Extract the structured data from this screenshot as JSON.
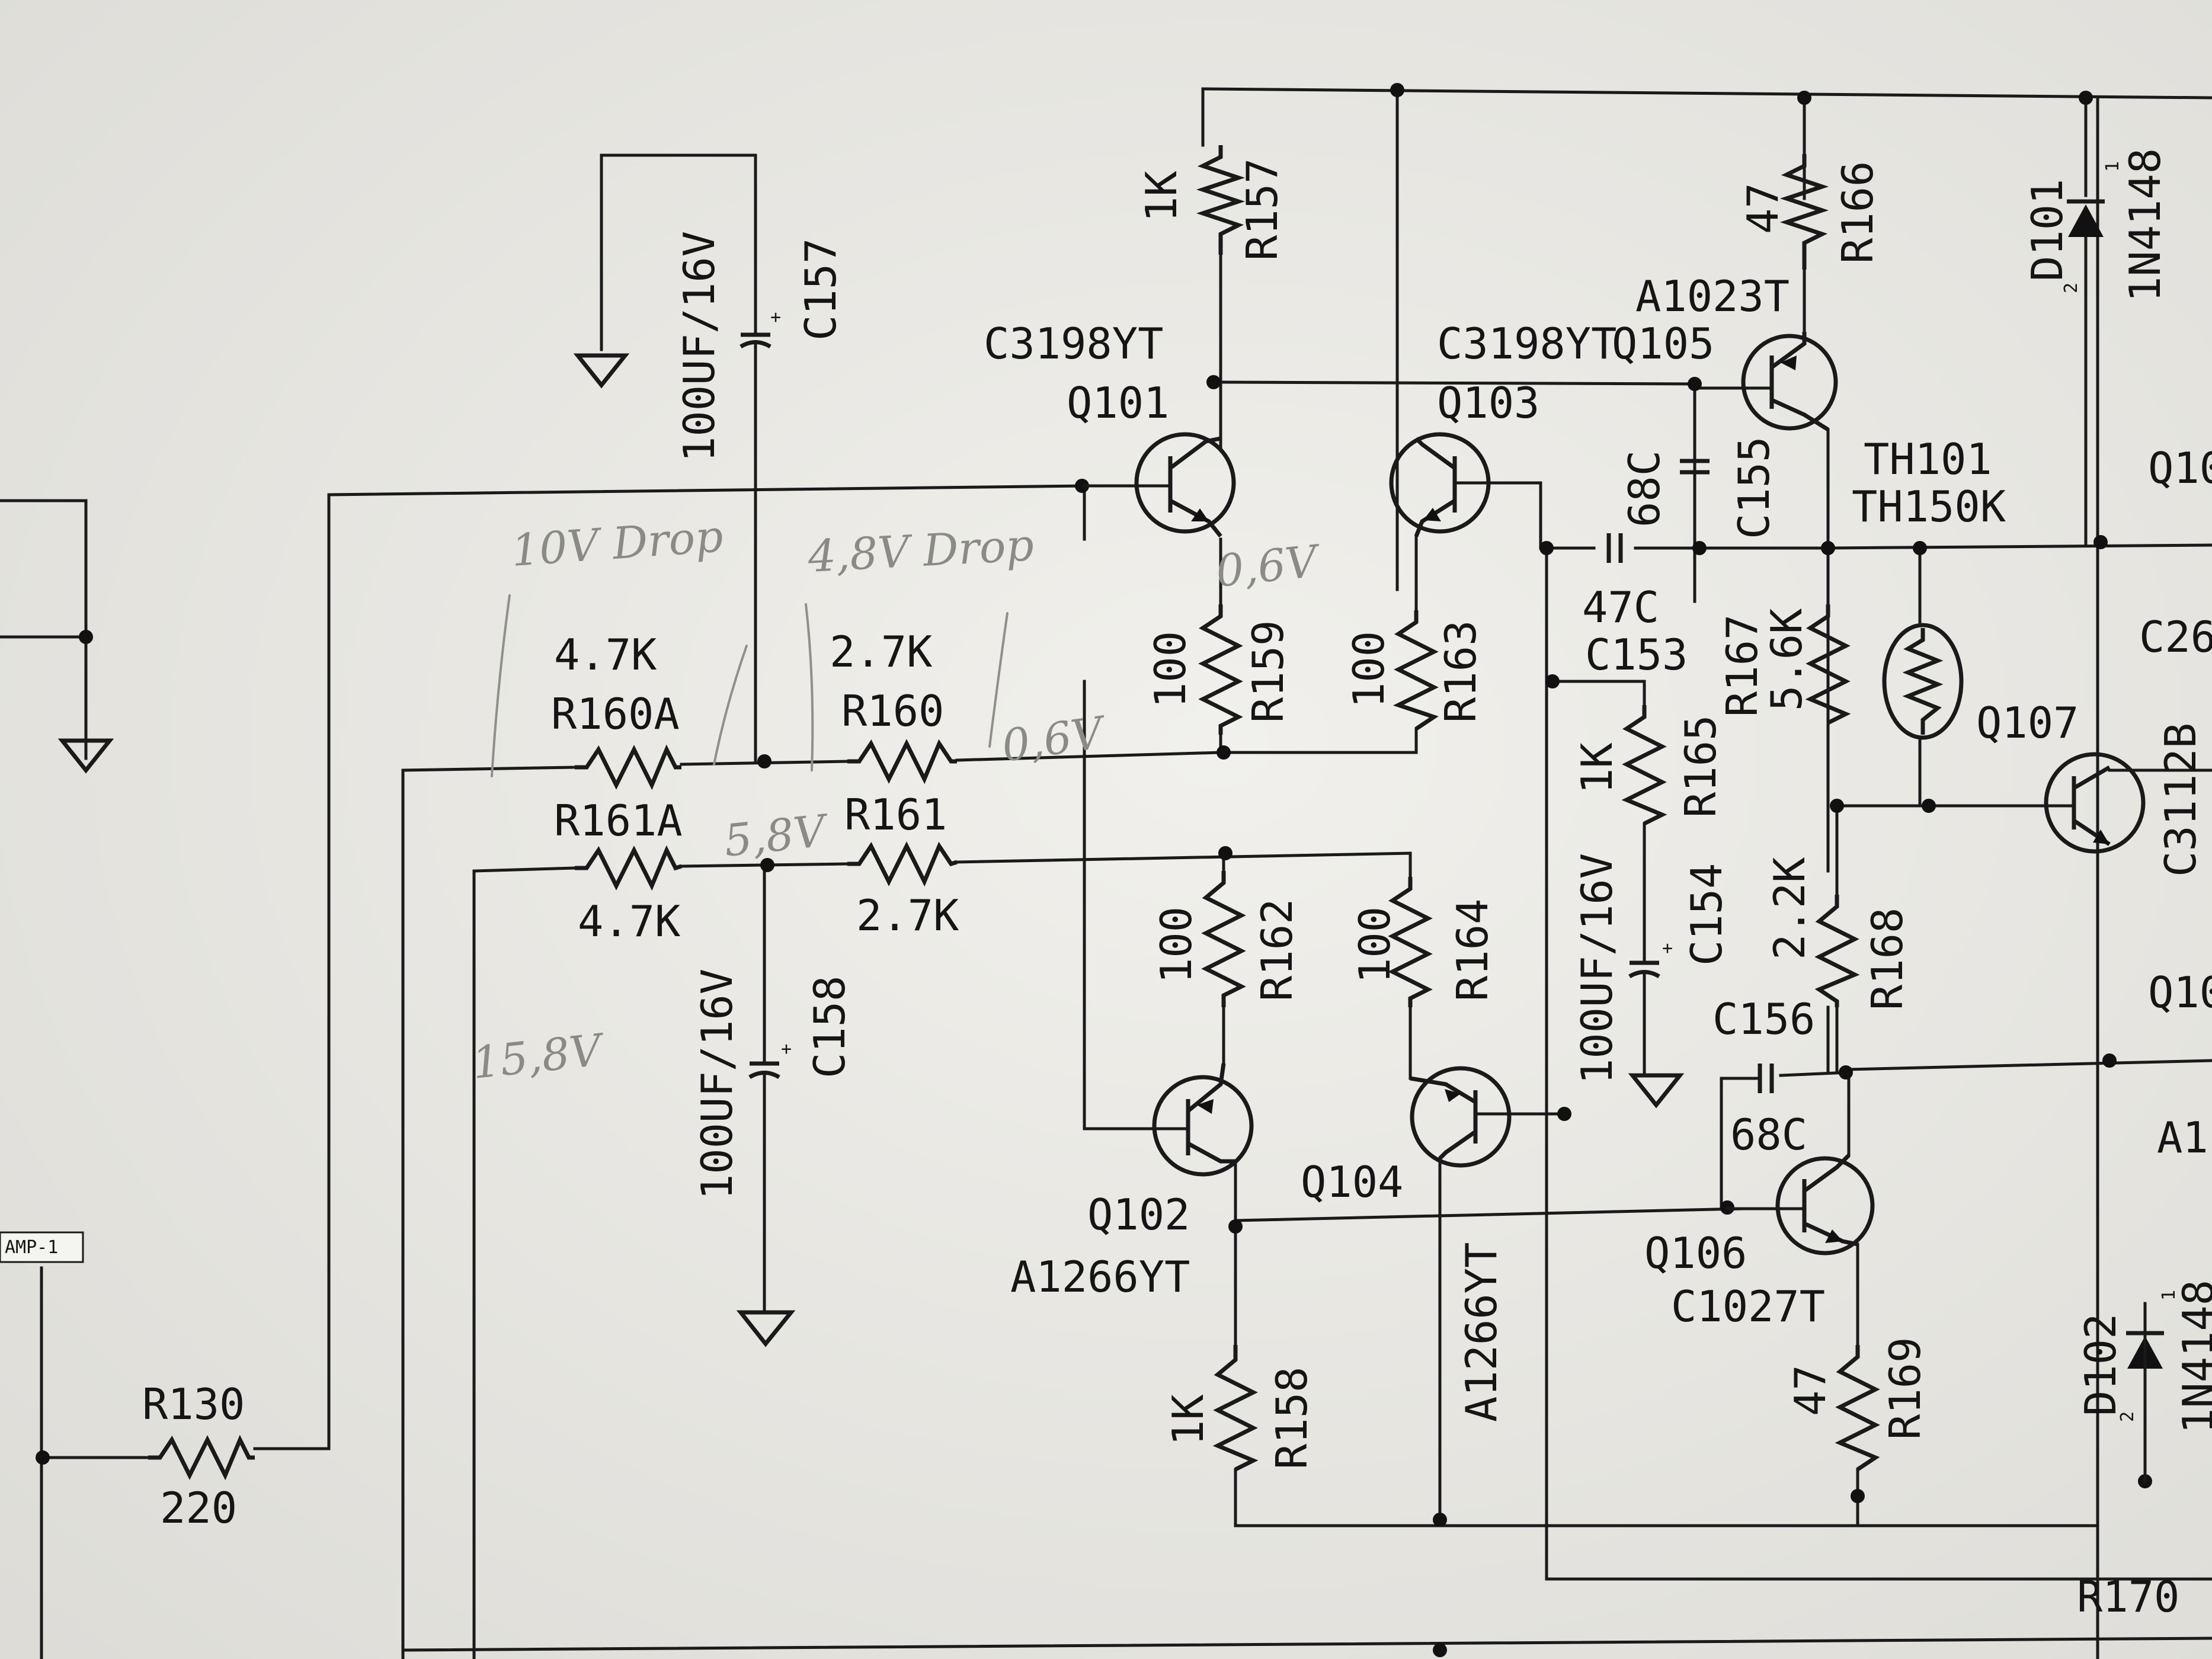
{
  "resistors": {
    "r157": {
      "ref": "R157",
      "value": "1K"
    },
    "r166": {
      "ref": "R166",
      "value": "47"
    },
    "r160a": {
      "ref": "R160A",
      "value": "4.7K"
    },
    "r160": {
      "ref": "R160",
      "value": "2.7K"
    },
    "r161a": {
      "ref": "R161A",
      "value": "4.7K"
    },
    "r161": {
      "ref": "R161",
      "value": "2.7K"
    },
    "r159": {
      "ref": "R159",
      "value": "100"
    },
    "r163": {
      "ref": "R163",
      "value": "100"
    },
    "r162": {
      "ref": "R162",
      "value": "100"
    },
    "r164": {
      "ref": "R164",
      "value": "100"
    },
    "r165": {
      "ref": "R165",
      "value": "1K"
    },
    "r167": {
      "ref": "R167",
      "value": "5.6K"
    },
    "r168": {
      "ref": "R168",
      "value": "2.2K"
    },
    "r158": {
      "ref": "R158",
      "value": "1K"
    },
    "r169": {
      "ref": "R169",
      "value": "47"
    },
    "r130": {
      "ref": "R130",
      "value": "220"
    },
    "r170": {
      "ref": "R170"
    }
  },
  "capacitors": {
    "c157": {
      "ref": "C157",
      "value": "100UF/16V"
    },
    "c158": {
      "ref": "C158",
      "value": "100UF/16V"
    },
    "c154": {
      "ref": "C154",
      "value": "100UF/16V"
    },
    "c155": {
      "ref": "C155",
      "value": "68C"
    },
    "c153": {
      "ref": "C153",
      "value": "47C"
    },
    "c156": {
      "ref": "C156",
      "value": "68C"
    },
    "c26": {
      "ref": "C26"
    }
  },
  "transistors": {
    "q101": {
      "ref": "Q101",
      "part": "C3198YT"
    },
    "q103": {
      "ref": "Q103",
      "part": "C3198YT"
    },
    "q105": {
      "ref": "Q105",
      "part": "A1023T"
    },
    "q102": {
      "ref": "Q102",
      "part": "A1266YT"
    },
    "q104": {
      "ref": "Q104",
      "part": "A1266YT"
    },
    "q106": {
      "ref": "Q106",
      "part": "C1027T"
    },
    "q107": {
      "ref": "Q107",
      "part": "C3112B"
    },
    "q10a": {
      "ref": "Q10"
    },
    "q10b": {
      "ref": "Q10"
    },
    "a1": {
      "part": "A1"
    }
  },
  "diodes": {
    "d101": {
      "ref": "D101",
      "part": "1N4148",
      "pin1": "1",
      "pin2": "2"
    },
    "d102": {
      "ref": "D102",
      "part": "1N4148",
      "pin1": "1",
      "pin2": "2"
    }
  },
  "thermistor": {
    "ref": "TH101",
    "part": "TH150K"
  },
  "connector": {
    "label": "AMP-1"
  },
  "handwritten": {
    "drop1": "10V Drop",
    "drop2": "4,8V Drop",
    "v1": "0,6V",
    "v2": "0,6V",
    "v3": "5,8V",
    "v4": "15,8V"
  }
}
